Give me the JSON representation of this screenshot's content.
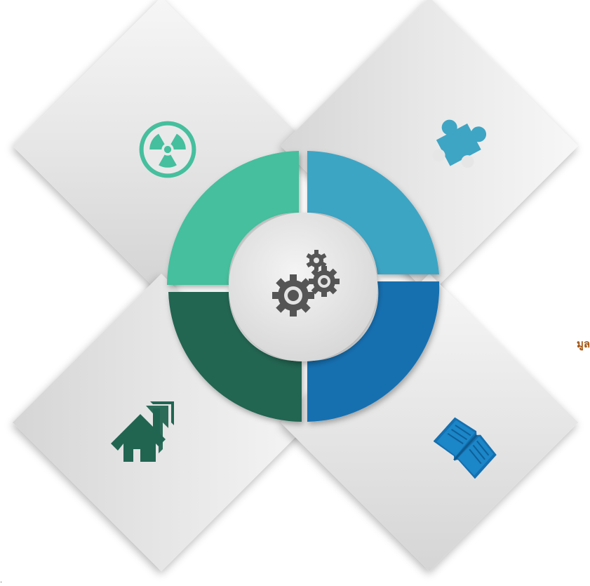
{
  "diagram": {
    "colors": {
      "teal_light": "#45bf9d",
      "teal_blue": "#3ea5c4",
      "blue": "#1470b0",
      "green_dark": "#216551",
      "center_gear": "#555555",
      "label": "#a3530f"
    },
    "segments": [
      {
        "position": "top-left",
        "color": "#45bf9d"
      },
      {
        "position": "top-right",
        "color": "#3ea5c4"
      },
      {
        "position": "bottom-right",
        "color": "#1470b0"
      },
      {
        "position": "bottom-left",
        "color": "#216551"
      }
    ],
    "panels": [
      {
        "position": "top-left",
        "icon": "radiation-icon",
        "icon_color": "#45bf9d"
      },
      {
        "position": "top-right",
        "icon": "puzzle-icon",
        "icon_color": "#3ea5c4"
      },
      {
        "position": "bottom-left",
        "icon": "house-arrow-icon",
        "icon_color": "#216551"
      },
      {
        "position": "bottom-right",
        "icon": "book-icon",
        "icon_color": "#1470b0"
      }
    ],
    "center_icon": "gears-icon"
  },
  "side_text": {
    "label": "มูล",
    "corner": "."
  }
}
